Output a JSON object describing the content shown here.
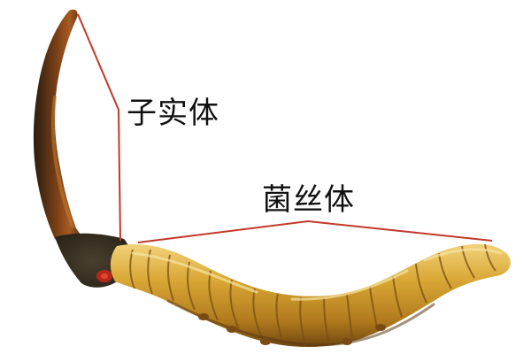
{
  "labels": {
    "fruiting_body": "子实体",
    "mycelium": "菌丝体"
  },
  "colors": {
    "background": "#ffffff",
    "leader_line": "#c0392b",
    "stroma_dark": "#3a2a1c",
    "stroma_brown": "#8a4a1c",
    "larva_gold": "#d4a030",
    "larva_light": "#f0d070",
    "larva_shadow": "#8a5a18"
  },
  "icons": {
    "specimen": "cordyceps-specimen"
  }
}
